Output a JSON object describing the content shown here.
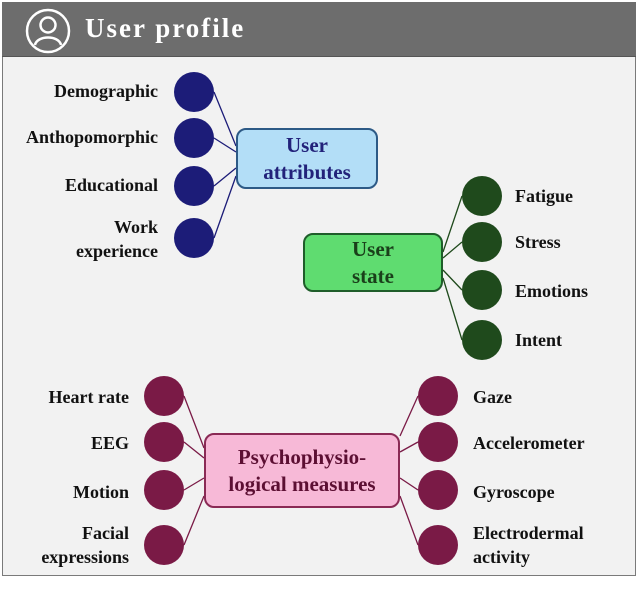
{
  "header": {
    "title": "User profile",
    "icon": "user-outline-icon"
  },
  "hubs": {
    "attributes": {
      "line1": "User",
      "line2": "attributes"
    },
    "state": {
      "line1": "User",
      "line2": "state"
    },
    "psycho": {
      "line1": "Psychophysio-",
      "line2": "logical measures"
    }
  },
  "attributes": [
    "Demographic",
    "Anthopomorphic",
    "Educational",
    "Work",
    "experience"
  ],
  "state": [
    "Fatigue",
    "Stress",
    "Emotions",
    "Intent"
  ],
  "psycho_left": [
    "Heart rate",
    "EEG",
    "Motion",
    "Facial",
    "expressions"
  ],
  "psycho_right": [
    "Gaze",
    "Accelerometer",
    "Gyroscope",
    "Electrodermal",
    "activity"
  ],
  "colors": {
    "attributes_node": "#1c1c78",
    "state_node": "#1f4a1c",
    "psycho_node": "#7a1a46",
    "attributes_hub": "#b3def7",
    "state_hub": "#5fdc70",
    "psycho_hub": "#f7b9d7",
    "header": "#6d6d6d"
  }
}
